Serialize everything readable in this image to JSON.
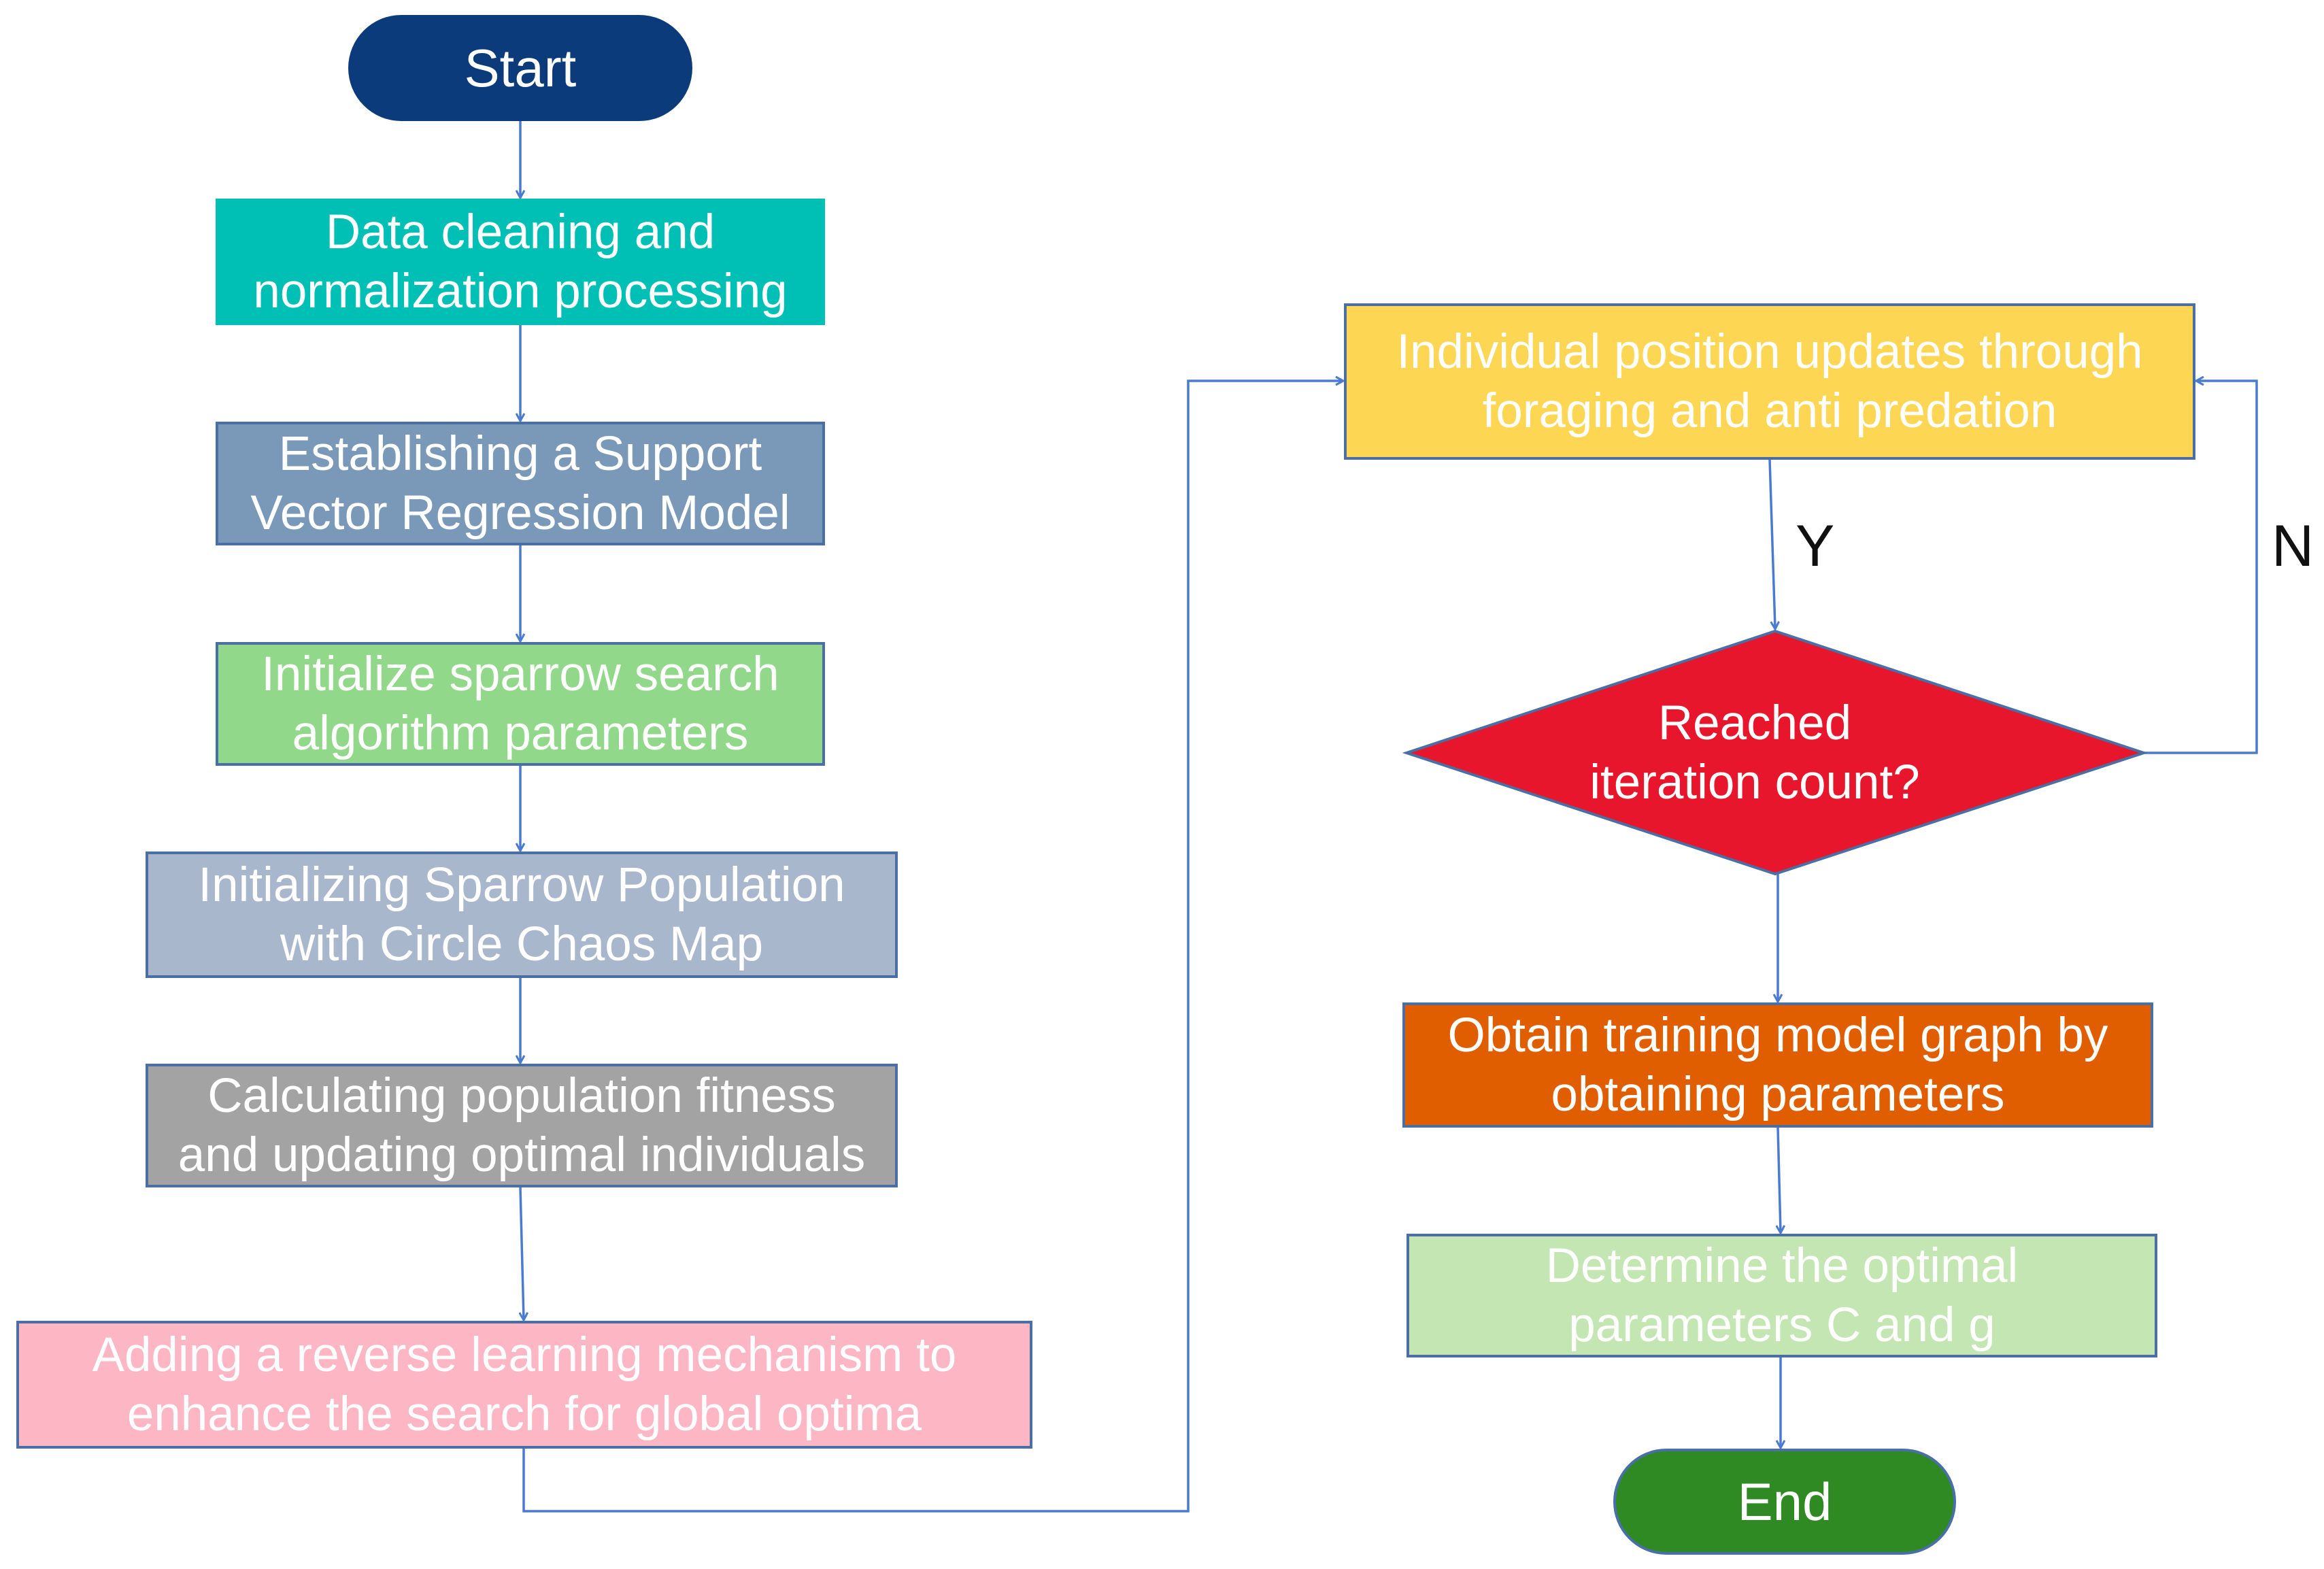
{
  "colors": {
    "connector": "#4a7bd0",
    "node_border": "#4a6fa5",
    "start_fill": "#0b3b7a",
    "end_fill": "#2f8a24",
    "data_cleaning_fill": "#00c0b5",
    "svr_model_fill": "#7a99b8",
    "init_params_fill": "#92d88a",
    "init_population_fill": "#a9b7cd",
    "fitness_fill": "#a3a3a3",
    "reverse_learning_fill": "#fdb6c3",
    "position_update_fill": "#fdd654",
    "decision_fill": "#e8162c",
    "training_graph_fill": "#e05e00",
    "optimal_params_fill": "#c3e6b2"
  },
  "nodes": {
    "start": "Start",
    "data_cleaning": "Data cleaning and\nnormalization processing",
    "svr_model": "Establishing a Support\nVector Regression Model",
    "init_params": "Initialize sparrow search\nalgorithm parameters",
    "init_population": "Initializing Sparrow Population\nwith Circle Chaos Map",
    "fitness": "Calculating population fitness\nand updating optimal individuals",
    "reverse_learning": "Adding a reverse learning mechanism to\nenhance the search for global optima",
    "position_update": "Individual position updates through\nforaging and anti predation",
    "decision": "Reached\niteration count?",
    "training_graph": "Obtain training model graph by\nobtaining parameters",
    "optimal_params": "Determine the optimal\nparameters C and g",
    "end": "End"
  },
  "branches": {
    "yes": "Y",
    "no": "N"
  }
}
